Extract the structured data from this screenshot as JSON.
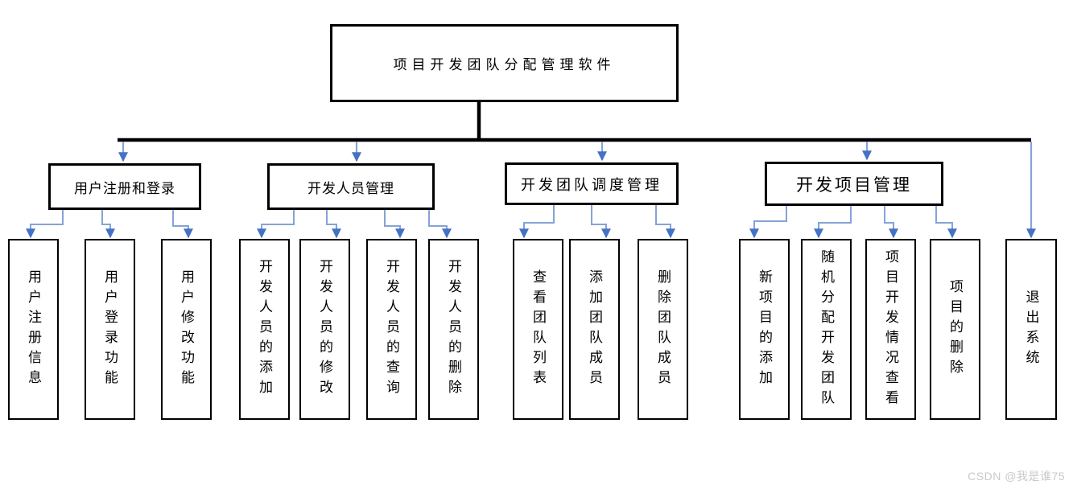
{
  "diagram": {
    "root": {
      "label": "项目开发团队分配管理软件"
    },
    "modules": [
      {
        "label": "用户注册和登录",
        "children": [
          "用户注册信息",
          "用户登录功能",
          "用户修改功能"
        ]
      },
      {
        "label": "开发人员管理",
        "children": [
          "开发人员的添加",
          "开发人员的修改",
          "开发人员的查询",
          "开发人员的删除"
        ]
      },
      {
        "label": "开发团队调度管理",
        "children": [
          "查看团队列表",
          "添加团队成员",
          "删除团队成员"
        ]
      },
      {
        "label": "开发项目管理",
        "children": [
          "新项目的添加",
          "随机分配开发团队",
          "项目开发情况查看",
          "项目的删除"
        ]
      }
    ],
    "exit": {
      "label": "退出系统"
    }
  },
  "colors": {
    "node_border": "#000000",
    "tree_line": "#000000",
    "connector_stem": "#85a3d8",
    "connector_head": "#4472c4"
  },
  "watermark": {
    "text": "CSDN @我是谁75"
  }
}
